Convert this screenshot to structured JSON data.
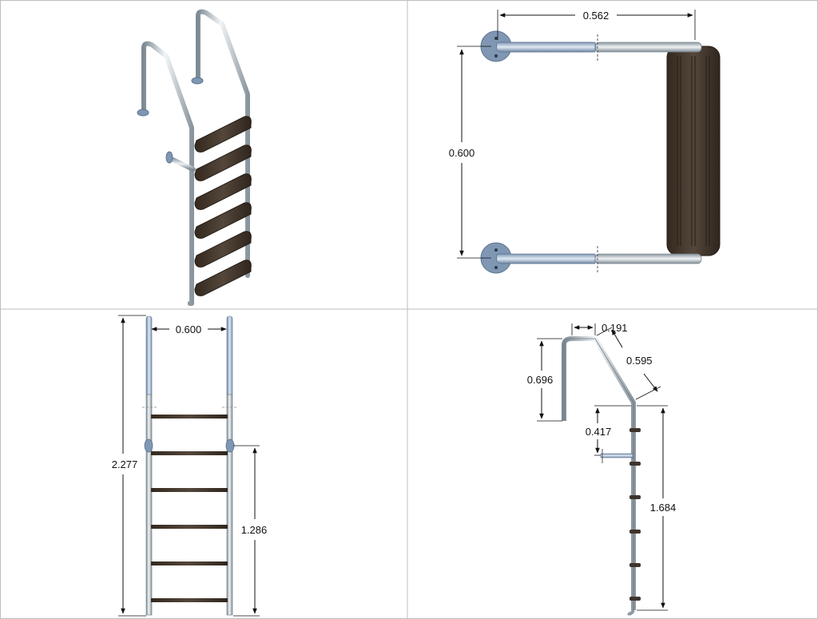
{
  "panels": {
    "iso": {},
    "top": {
      "dim_width": "0.562",
      "dim_spacing": "0.600"
    },
    "front": {
      "dim_spacing": "0.600",
      "dim_height": "2.277",
      "dim_lower": "1.286"
    },
    "side": {
      "dim_top": "0.191",
      "dim_slope": "0.595",
      "dim_handle": "0.696",
      "dim_bracket": "0.417",
      "dim_ladder": "1.684"
    }
  },
  "colors": {
    "steel_dark": "#8d9aa3",
    "steel_light": "#eef2f4",
    "tread": "#3e342d",
    "tread_light": "#5a4c42",
    "flange": "#7f97b3",
    "grid_line": "#bdbdbd"
  }
}
